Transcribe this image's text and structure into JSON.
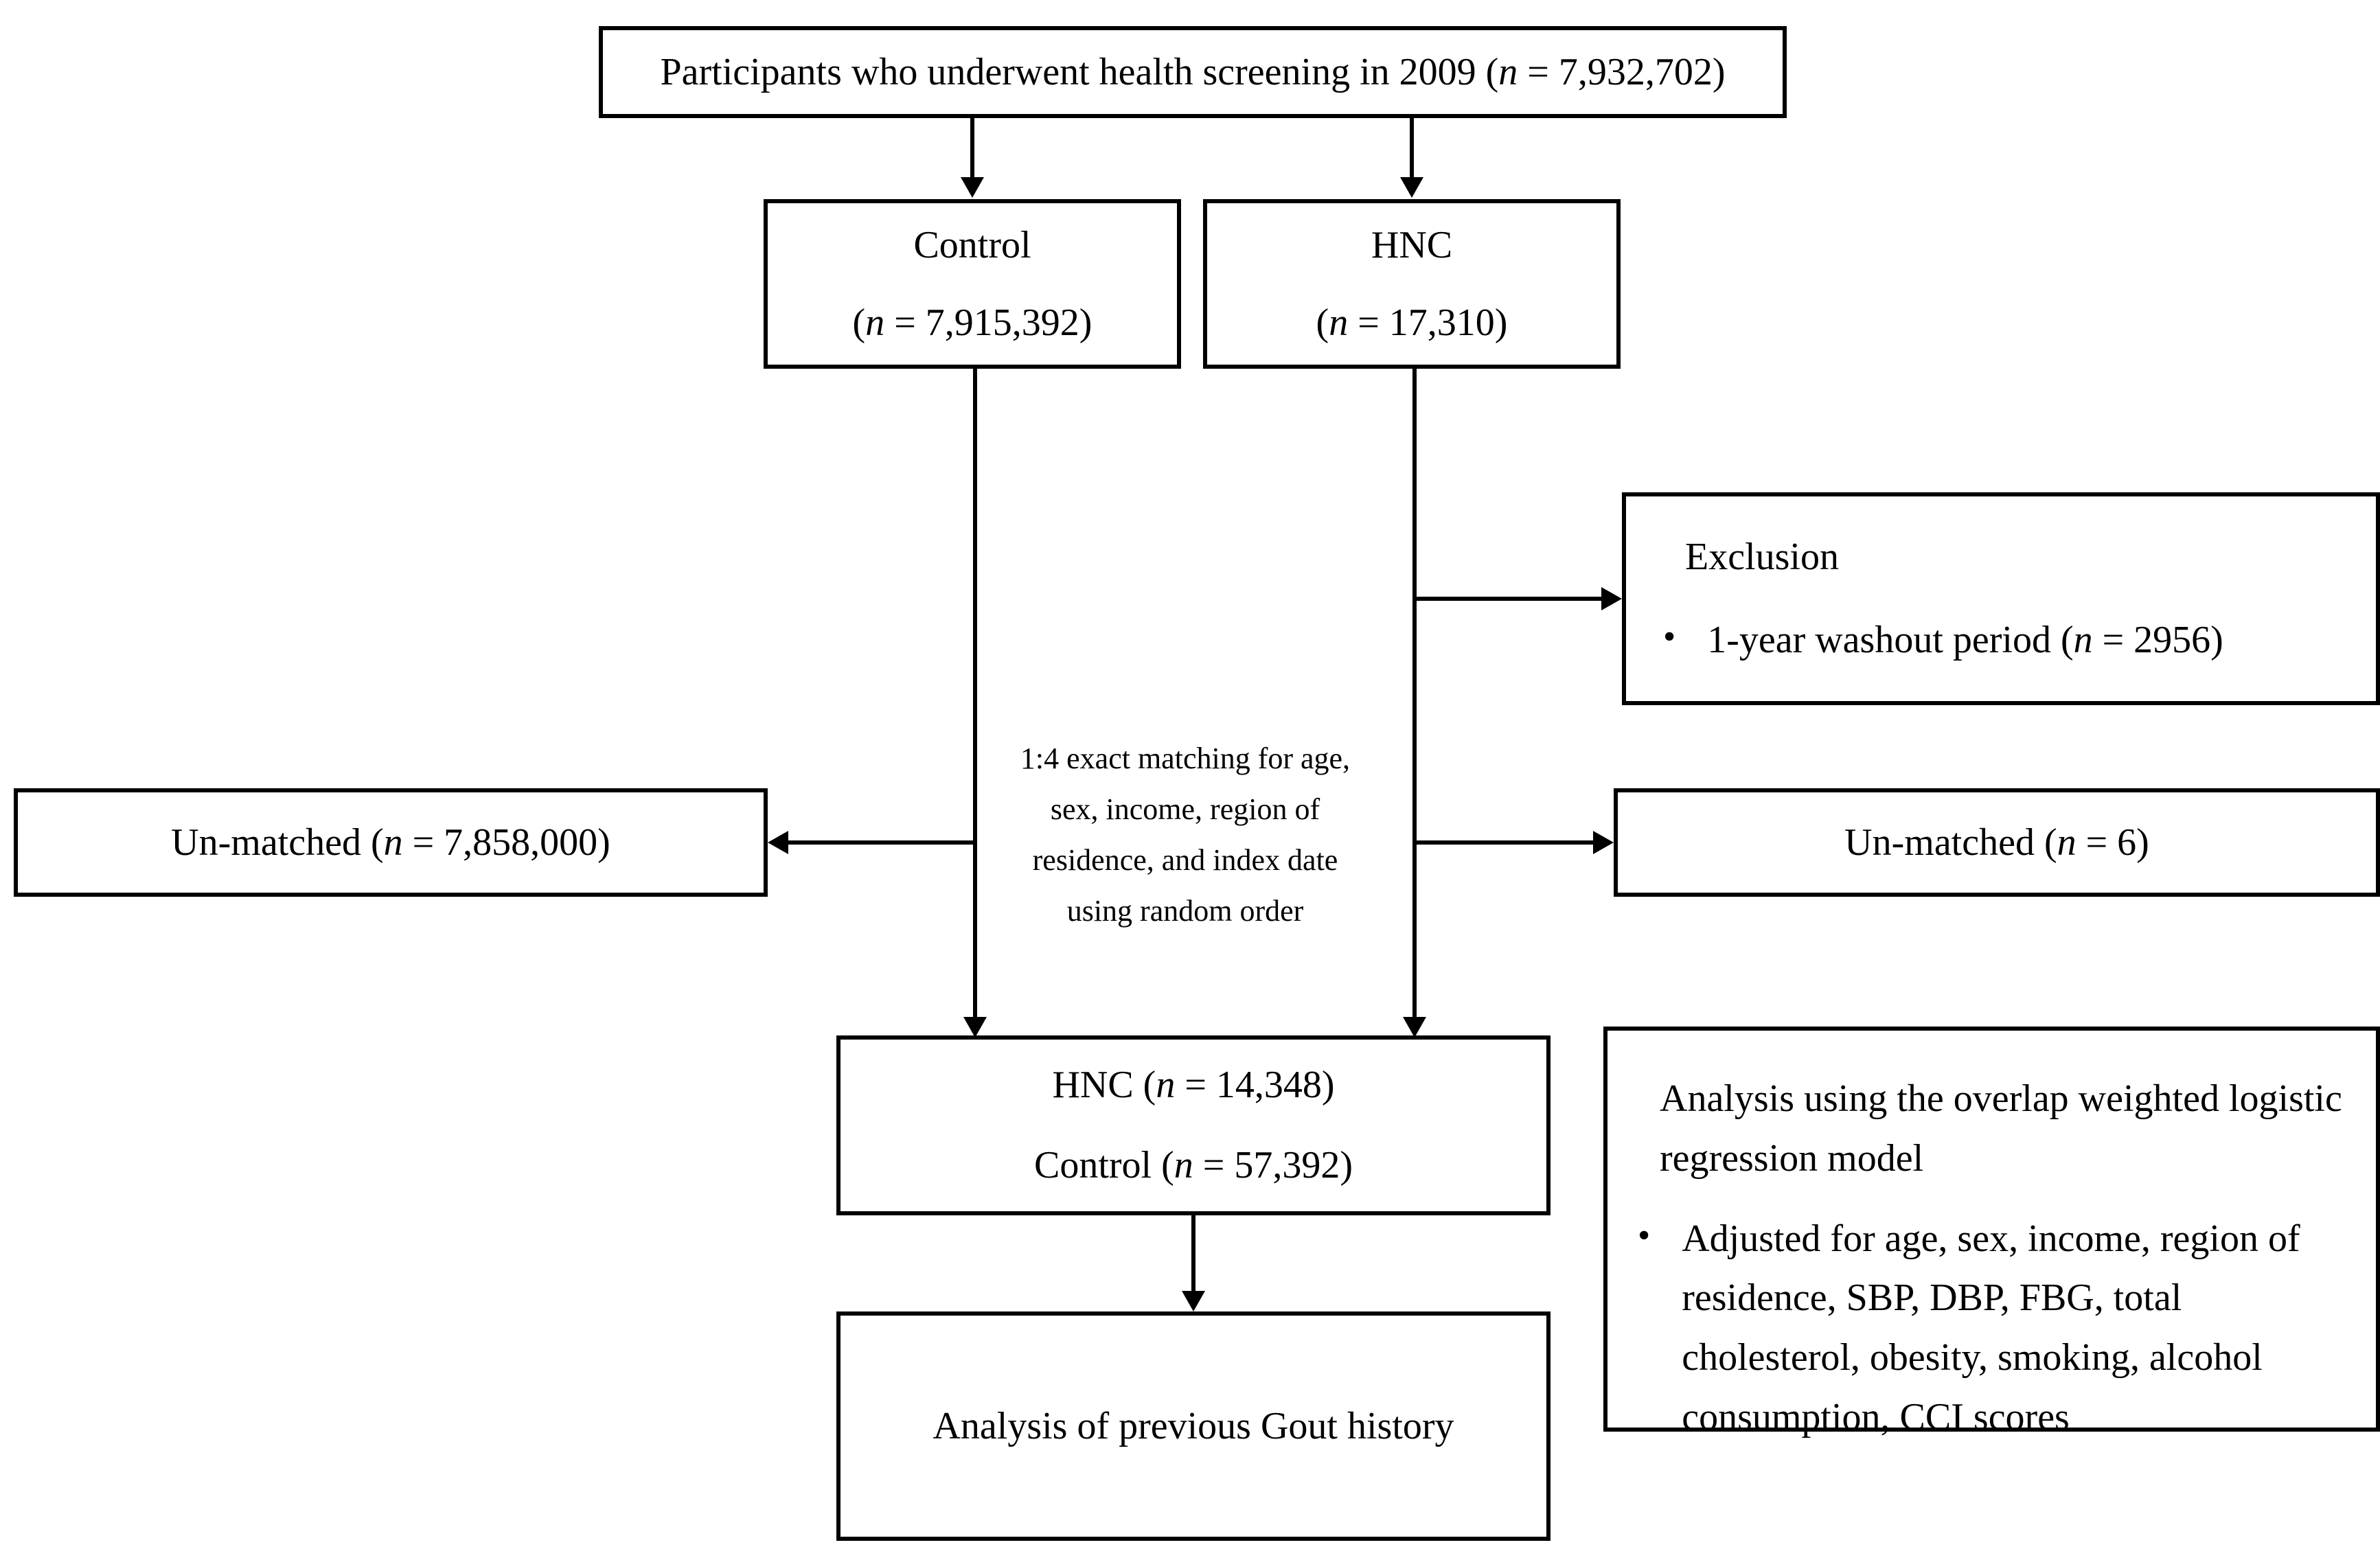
{
  "diagram": {
    "title": "Study participant flow diagram",
    "line_color": "#000000",
    "background_color": "#ffffff"
  },
  "nodes": {
    "source_population": {
      "text": "Participants who underwent health screening in 2009 (n = 7,932,702)",
      "label_prefix": "Participants who underwent health screening in 2009 (",
      "n_symbol": "n",
      "n_value": " = 7,932,702)"
    },
    "control_group": {
      "title": "Control",
      "count_prefix": "(",
      "n_symbol": "n",
      "count_value": " = 7,915,392)"
    },
    "hnc_group": {
      "title": "HNC",
      "count_prefix": "(",
      "n_symbol": "n",
      "count_value": " = 17,310)"
    },
    "exclusion": {
      "heading": "Exclusion",
      "bullet_marker": "•",
      "bullet_prefix": "1-year washout period (",
      "n_symbol": "n",
      "bullet_value": " = 2956)"
    },
    "unmatched_control": {
      "prefix": "Un-matched (",
      "n_symbol": "n",
      "value": " = 7,858,000)"
    },
    "unmatched_hnc": {
      "prefix": "Un-matched (",
      "n_symbol": "n",
      "value": " = 6)"
    },
    "matched_cohort": {
      "line1_prefix": "HNC (",
      "line1_n": "n",
      "line1_value": " = 14,348)",
      "line2_prefix": "Control (",
      "line2_n": "n",
      "line2_value": " = 57,392)"
    },
    "final_analysis": {
      "text": "Analysis of previous Gout history"
    },
    "analysis_method": {
      "heading_line1": "Analysis using the overlap weighted logistic",
      "heading_line2": "regression model",
      "bullet_marker": "•",
      "bullet_text": "Adjusted for age, sex, income, region of residence, SBP, DBP, FBG, total cholesterol, obesity, smoking, alcohol consumption, CCI scores"
    }
  },
  "annotations": {
    "matching_caption": {
      "line1": "1:4 exact matching for age,",
      "line2": "sex, income, region of",
      "line3": "residence, and index date",
      "line4": "using random order"
    }
  }
}
